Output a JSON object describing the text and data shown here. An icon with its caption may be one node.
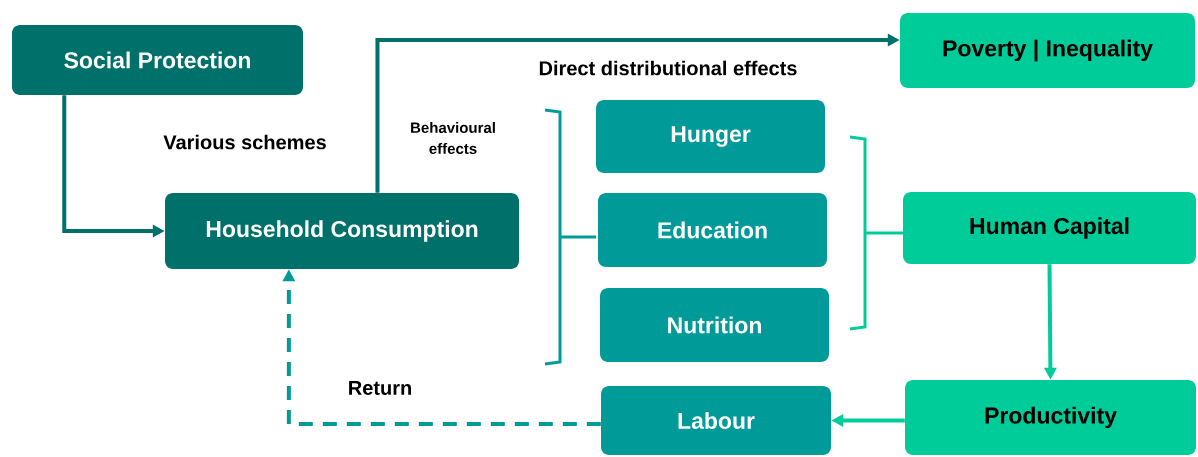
{
  "diagram": {
    "nodes": [
      {
        "text": [
          "Social Protection"
        ]
      },
      {
        "text": [
          "Household Consumption"
        ]
      },
      {
        "text": [
          "Poverty | Inequality"
        ]
      },
      {
        "text": [
          "Hunger"
        ]
      },
      {
        "text": [
          "Education"
        ]
      },
      {
        "text": [
          "Nutrition"
        ]
      },
      {
        "text": [
          "Human Capital"
        ]
      },
      {
        "text": [
          "Productivity"
        ]
      },
      {
        "text": [
          "Labour"
        ]
      }
    ],
    "edges": [
      {
        "from": 0,
        "to": 1,
        "arrow": "to",
        "label": "Various schemes"
      },
      {
        "from": 1,
        "to": 2,
        "arrow": "to",
        "label": "Direct distributional effects"
      },
      {
        "from": 6,
        "to": 7,
        "arrow": "to",
        "color": "#00cc99"
      },
      {
        "from": 7,
        "to": 8,
        "arrow": "to",
        "color": "#00cc99"
      },
      {
        "from": 8,
        "to": 1,
        "arrow": "to",
        "style": "dashed",
        "color": "#009b98",
        "label": "Return"
      }
    ],
    "labels": [
      "Behavioural effects"
    ]
  }
}
